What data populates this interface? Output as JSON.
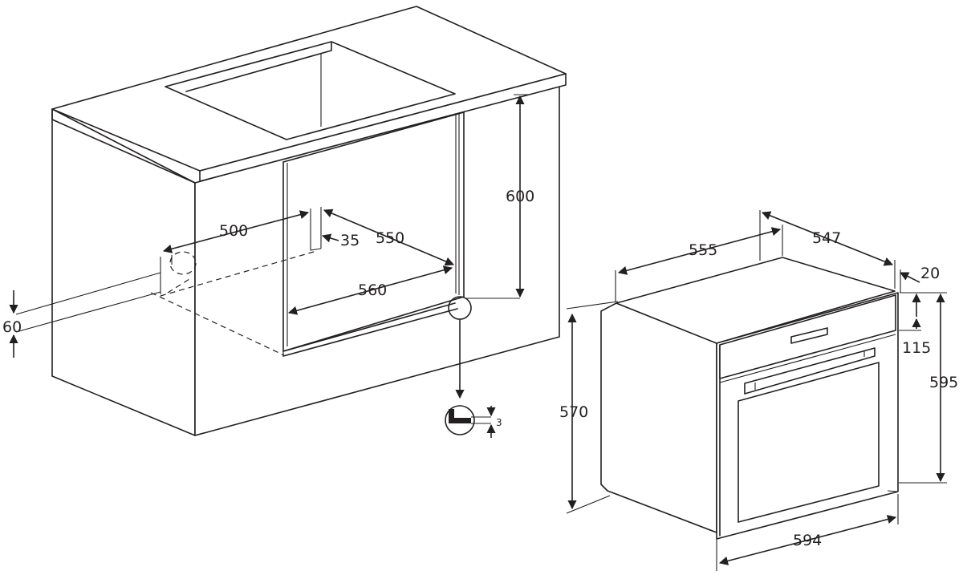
{
  "diagram": {
    "cabinet_dimensions": {
      "width": "500",
      "offset": "35",
      "depth": "550",
      "niche_width": "560",
      "niche_height": "600",
      "vent_gap": "60",
      "detail_gap": "3"
    },
    "oven_dimensions": {
      "depth_total": "555",
      "depth_body": "547",
      "front_thickness": "20",
      "panel_height": "115",
      "body_height": "570",
      "front_height": "595",
      "front_width": "594"
    }
  }
}
